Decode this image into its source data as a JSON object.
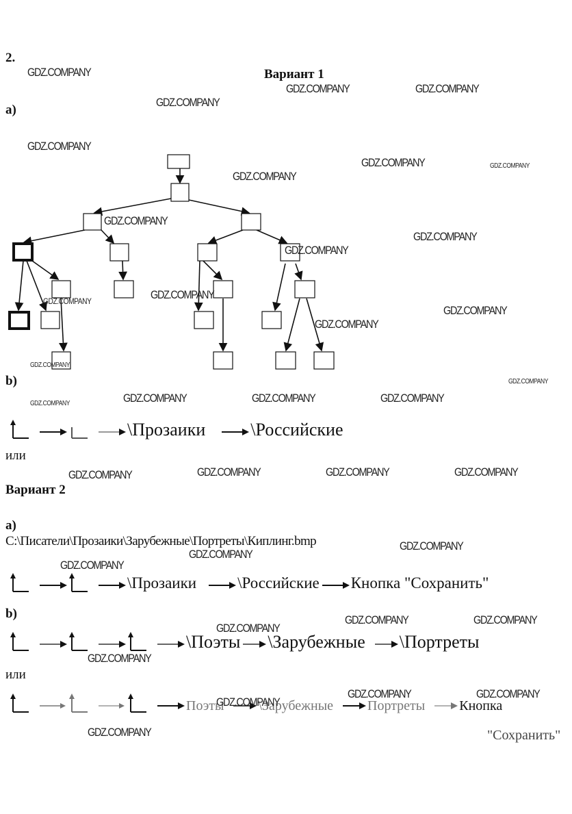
{
  "task_number": "2.",
  "watermark": "GDZ.COMPANY",
  "variant1": {
    "title": "Вариант 1",
    "part_a": "а)",
    "part_b": "b)",
    "path_b": [
      "\\Прозаики",
      "\\Российские"
    ],
    "or_label": "или"
  },
  "variant2": {
    "title": "Вариант 2",
    "part_a": "а)",
    "full_path": "C:\\Писатели\\Прозаики\\Зарубежные\\Портреты\\Киплинг.bmp",
    "path_a": [
      "\\Прозаики",
      "\\Российские",
      "Кнопка \"Сохранить\""
    ],
    "part_b": "b)",
    "path_b": [
      "\\Поэты",
      "\\Зарубежные",
      "\\Портреты"
    ],
    "or_label": "или",
    "path_b_alt": [
      "Поэты",
      "\\Зарубежные",
      "Портреты",
      "Кнопка",
      "\"Сохранить\""
    ]
  }
}
